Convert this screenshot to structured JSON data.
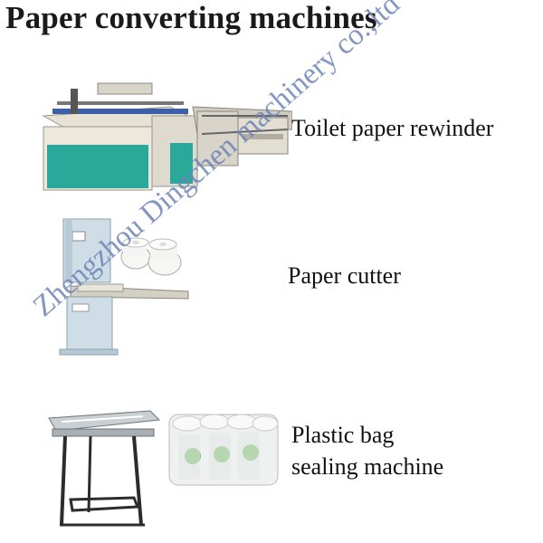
{
  "title": "Paper converting machines",
  "machines": [
    {
      "label": "Toilet paper rewinder",
      "icon": "toilet-paper-rewinder-machine-photo"
    },
    {
      "label": "Paper cutter",
      "icon": "band-saw-paper-cutter-photo"
    },
    {
      "label_line1": "Plastic bag",
      "label_line2": "sealing machine",
      "icon": "bag-sealing-machine-photo"
    }
  ],
  "watermark": "Zhengzhou Dingchen machinery co.,ltd",
  "colors": {
    "machine_teal": "#2aa89a",
    "machine_cream": "#ece8dc",
    "watermark": "#6f84b8"
  }
}
